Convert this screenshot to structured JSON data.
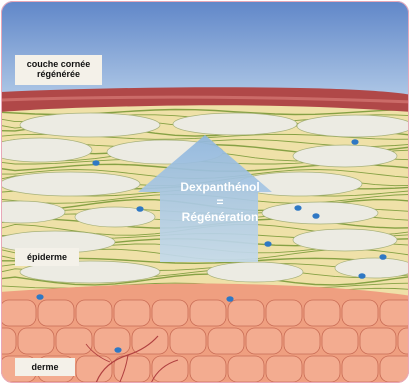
{
  "labels": {
    "stratum_corneum_line1": "couche cornée",
    "stratum_corneum_line2": "régénérée",
    "epidermis": "épiderme",
    "dermis": "derme"
  },
  "arrow": {
    "line1": "Dexpanthénol",
    "line2": "=",
    "line3": "Régénération"
  },
  "colors": {
    "sky_top": "#5f86c8",
    "sky_bottom": "#b9d0ea",
    "surface": "#b04848",
    "corneocyte": "#ecebe3",
    "fibre": "#7a9a38",
    "fill": "#efe1a8",
    "dermis": "#ef9f80",
    "cell_border": "#c86c55",
    "dot": "#2f78c4",
    "arrow_fill": "#a9c9e4",
    "frame": "#e8a8b8"
  }
}
